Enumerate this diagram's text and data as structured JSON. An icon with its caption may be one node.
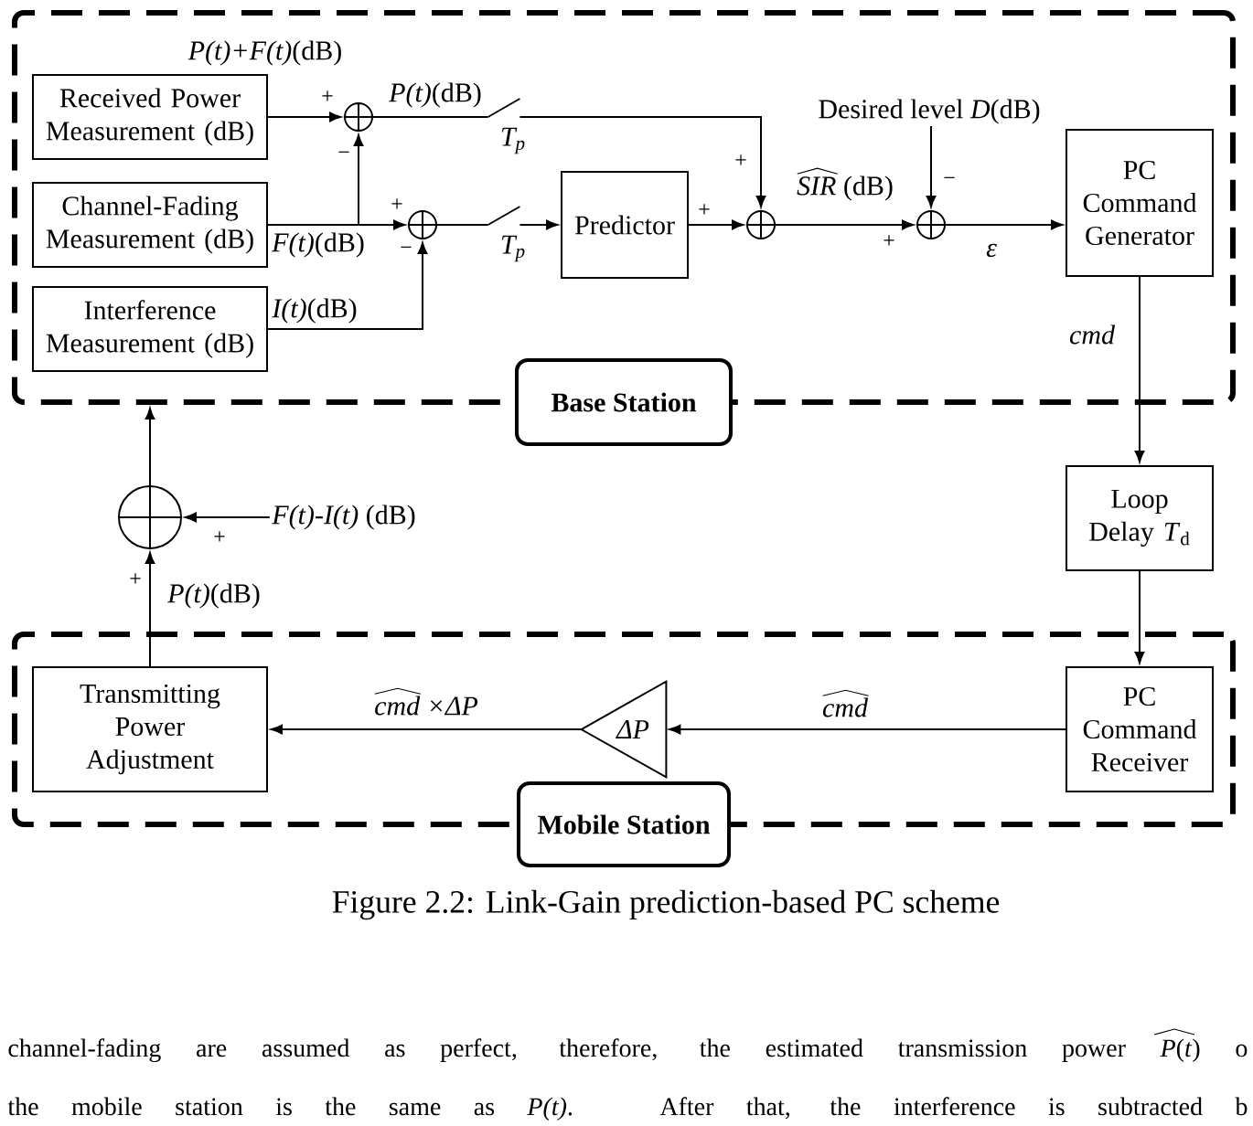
{
  "diagram": {
    "caption": "Figure 2.2: Link-Gain prediction-based PC scheme",
    "nodes": [
      {
        "text": [
          "Base Station"
        ]
      },
      {
        "text": [
          "Received Power Measurement (dB)"
        ],
        "in": 0
      },
      {
        "text": [
          "Channel-Fading Measurement (dB)"
        ],
        "in": 0
      },
      {
        "text": [
          "Interference Measurement (dB)"
        ],
        "in": 0
      },
      {
        "text": [],
        "shape": "circle",
        "in": 0
      },
      {
        "text": [],
        "shape": "circle",
        "in": 0
      },
      {
        "text": [],
        "shape": "switch",
        "beside": [
          "T$_{p}$"
        ],
        "in": 0
      },
      {
        "text": [],
        "shape": "switch",
        "beside": [
          "T$_{p}$"
        ],
        "in": 0
      },
      {
        "text": [
          "Predictor"
        ],
        "in": 0
      },
      {
        "text": [],
        "shape": "circle",
        "in": 0
      },
      {
        "text": [
          "Desired level *D*(dB)"
        ],
        "in": 0
      },
      {
        "text": [],
        "shape": "circle",
        "in": 0
      },
      {
        "text": [
          "PC Command Generator"
        ],
        "in": 0
      },
      {
        "text": [
          "Loop Delay *T*$_{d}$"
        ]
      },
      {
        "text": [],
        "shape": "circle"
      },
      {
        "text": [
          "*F(t)-I(t)* (dB)"
        ]
      },
      {
        "text": [
          "Mobile Station"
        ]
      },
      {
        "text": [
          "Transmitting Power Adjustment"
        ],
        "in": 16
      },
      {
        "text": [
          "ΔP"
        ],
        "in": 16
      },
      {
        "text": [
          "PC Command Receiver"
        ],
        "in": 16
      }
    ],
    "edges": [
      {
        "from": 1,
        "to": 4,
        "arrow": "to"
      },
      {
        "from": 2,
        "to": 5,
        "arrow": "to",
        "label": "*F(t)*(dB)"
      },
      {
        "from": 2,
        "to": 4,
        "arrow": "to"
      },
      {
        "from": 3,
        "to": 5,
        "arrow": "to",
        "label": "*I(t)*(dB)"
      },
      {
        "from": 4,
        "to": 6,
        "arrow": "none",
        "label": "*P(t)*(dB)"
      },
      {
        "from": 6,
        "to": 9,
        "arrow": "to"
      },
      {
        "from": 5,
        "to": 7,
        "arrow": "none"
      },
      {
        "from": 7,
        "to": 8,
        "arrow": "to"
      },
      {
        "from": 8,
        "to": 9,
        "arrow": "to"
      },
      {
        "from": 9,
        "to": 11,
        "arrow": "to",
        "label": "*SIR* (dB)"
      },
      {
        "from": 10,
        "to": 11,
        "arrow": "to"
      },
      {
        "from": 11,
        "to": 12,
        "arrow": "to",
        "label": "ε"
      },
      {
        "from": 12,
        "to": 13,
        "arrow": "to",
        "label": "cmd"
      },
      {
        "from": 13,
        "to": 19,
        "arrow": "to"
      },
      {
        "from": 19,
        "to": 18,
        "arrow": "to",
        "label": "cmd"
      },
      {
        "from": 18,
        "to": 17,
        "arrow": "to",
        "label": "cmd ×ΔP"
      },
      {
        "from": 17,
        "to": 14,
        "arrow": "to",
        "label": "*P(t)*(dB)"
      },
      {
        "from": 15,
        "to": 14,
        "arrow": "to"
      },
      {
        "from": 14,
        "to": 0,
        "arrow": "to"
      }
    ],
    "labels": [
      "*P(t)+F(t)*(dB)",
      "+",
      "−",
      "+",
      "−",
      "+",
      "+",
      "+",
      "−",
      "+",
      "+",
      "channel-fading are assumed as perfect, therefore, the estimated transmission power *P*(*t*) o",
      "the mobile station is the same as *P(t)*. After that, the interference is subtracted b"
    ]
  }
}
